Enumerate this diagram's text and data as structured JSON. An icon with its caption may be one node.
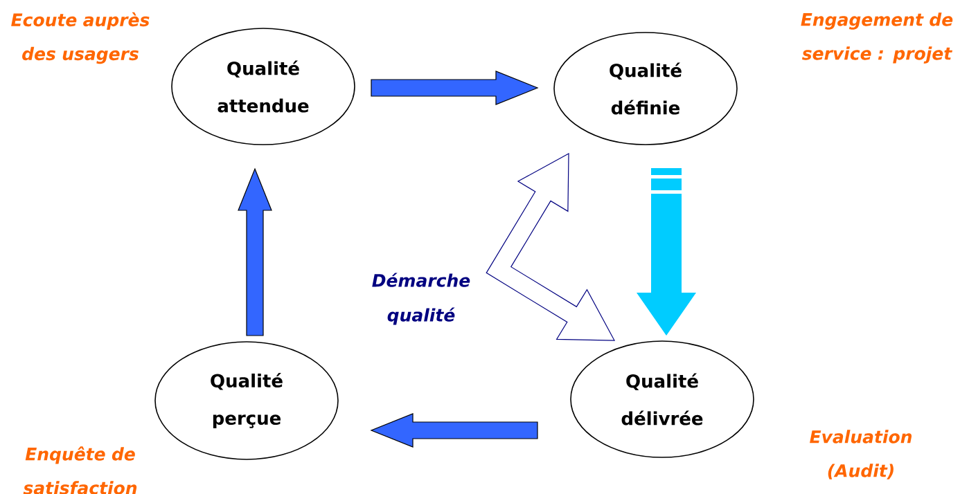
{
  "diagram": {
    "nodes": [
      {
        "text": [
          "Qualité attendue"
        ]
      },
      {
        "text": [
          "Qualité définie"
        ]
      },
      {
        "text": [
          "Qualité délivrée"
        ]
      },
      {
        "text": [
          "Qualité perçue"
        ]
      }
    ],
    "edges": [
      {
        "from": 0,
        "to": 1,
        "arrow": "to"
      },
      {
        "from": 1,
        "to": 2,
        "arrow": "to",
        "color": "#00ccff"
      },
      {
        "from": 2,
        "to": 3,
        "arrow": "to"
      },
      {
        "from": 3,
        "to": 0,
        "arrow": "to"
      },
      {
        "from": 1,
        "to": 2,
        "arrow": "both",
        "label": "Démarche qualité",
        "color": "#000080"
      }
    ],
    "labels": [
      "Ecoute auprès des usagers",
      "Engagement de service : projet",
      "Enquête de satisfaction",
      "Evaluation (Audit)"
    ]
  }
}
